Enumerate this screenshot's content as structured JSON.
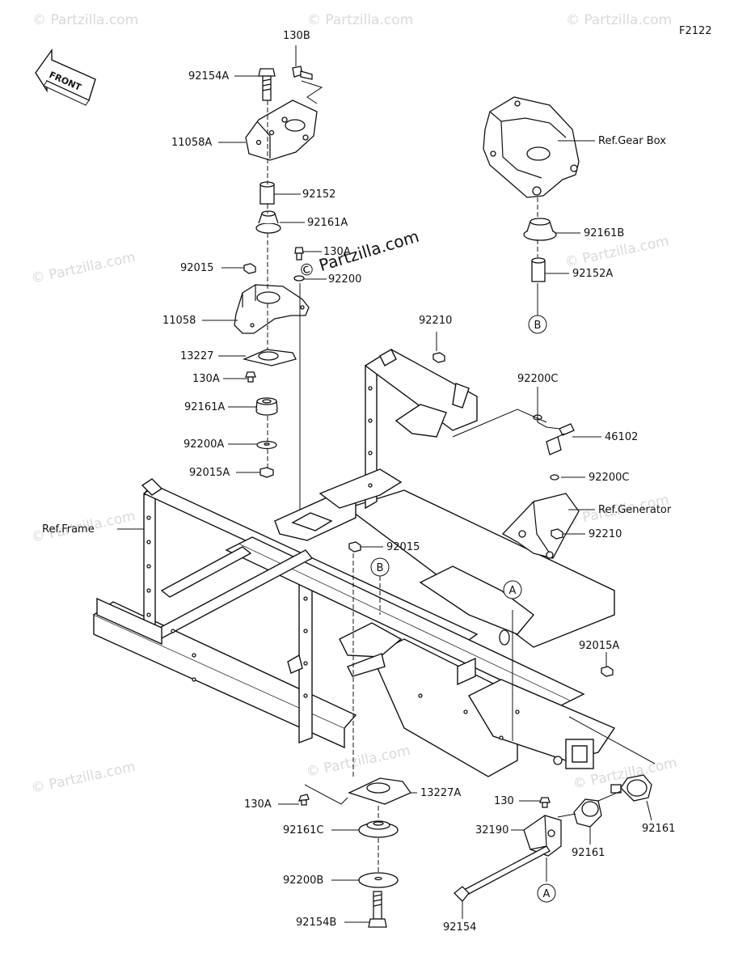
{
  "diagram": {
    "code": "F2122",
    "front_label": "FRONT",
    "watermark": "© Partzilla.com",
    "watermark_center": "© Partzilla.com",
    "references": {
      "gear_box": "Ref.Gear Box",
      "generator": "Ref.Generator",
      "frame": "Ref.Frame"
    },
    "circle_marks": {
      "a": "A",
      "b": "B"
    },
    "labels": {
      "p130b": "130B",
      "p92154a": "92154A",
      "p11058a": "11058A",
      "p92152": "92152",
      "p92161a_top": "92161A",
      "p130a_top": "130A",
      "p92015_left": "92015",
      "p92200_top": "92200",
      "p11058": "11058",
      "p13227": "13227",
      "p130a_mid": "130A",
      "p92161a_mid": "92161A",
      "p92200a": "92200A",
      "p92015a_left": "92015A",
      "p92161b": "92161B",
      "p92152a": "92152A",
      "p92210_top": "92210",
      "p92200c_top": "92200C",
      "p46102": "46102",
      "p92200c_mid": "92200C",
      "p92210_mid": "92210",
      "p92015_mid": "92015",
      "p92015a_right": "92015A",
      "p13227a": "13227A",
      "p130a_bot": "130A",
      "p92161c": "92161C",
      "p92200b": "92200B",
      "p92154b": "92154B",
      "p130": "130",
      "p32190": "32190",
      "p92161_a": "92161",
      "p92161_b": "92161",
      "p92154": "92154"
    }
  }
}
